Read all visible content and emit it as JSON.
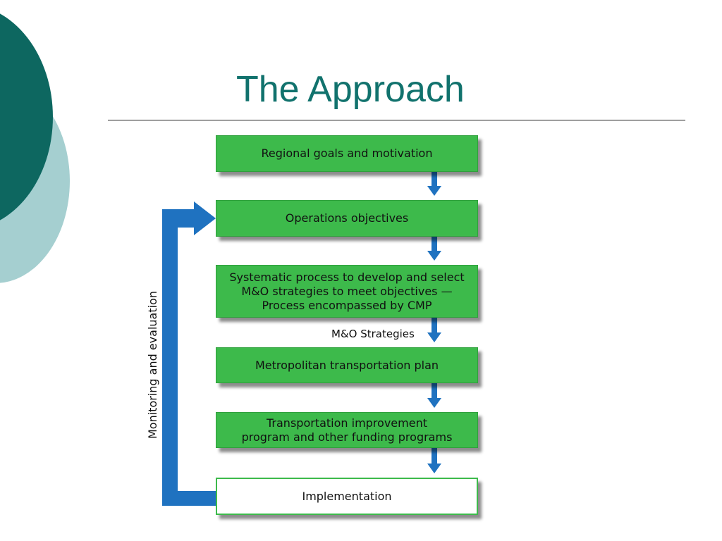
{
  "title": "The Approach",
  "colors": {
    "title": "#11726d",
    "box_fill": "#3dba4b",
    "arrow": "#1f72c0",
    "circle_dark": "#0d6760",
    "circle_light": "#a5cfd0"
  },
  "flow": {
    "steps": [
      "Regional goals and motivation",
      "Operations objectives",
      "Systematic process to develop and select\nM&O strategies to meet objectives —\nProcess encompassed by CMP",
      "Metropolitan transportation plan",
      "Transportation improvement\nprogram and other funding programs",
      "Implementation"
    ],
    "arrow_label": "M&O Strategies",
    "loop_label": "Monitoring and evaluation"
  }
}
